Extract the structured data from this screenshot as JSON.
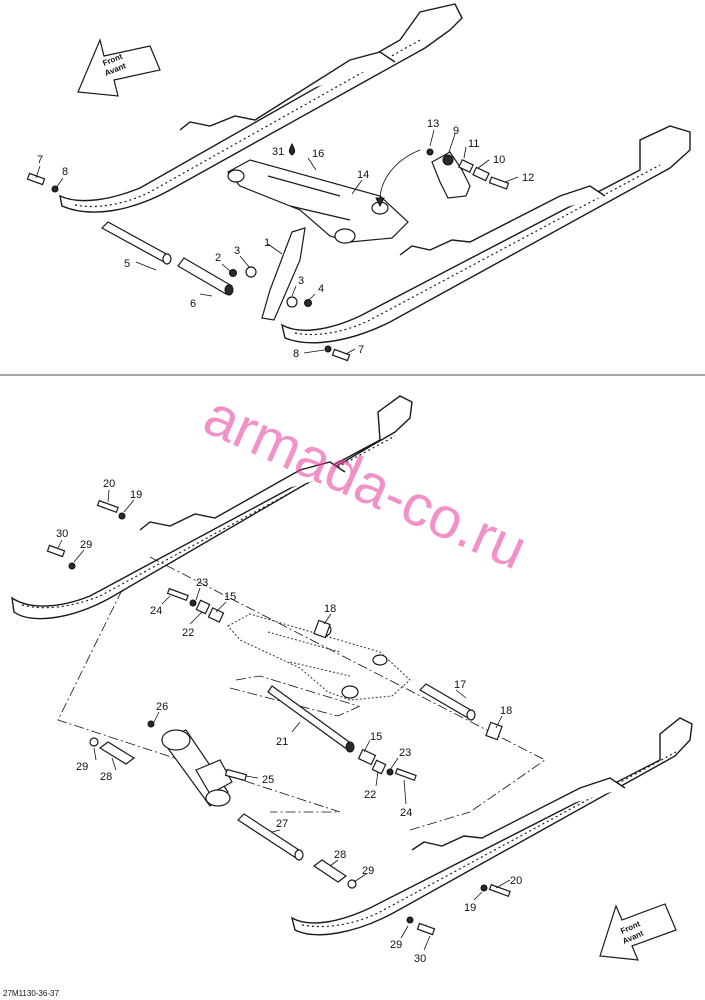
{
  "direction_label": {
    "line1": "Front",
    "line2": "Avant"
  },
  "watermark": "armada-co.ru",
  "drawing_code": "27M1130-36-37",
  "callouts_top": [
    "7",
    "8",
    "5",
    "6",
    "1",
    "2",
    "3",
    "3",
    "4",
    "8",
    "7",
    "31",
    "16",
    "14",
    "13",
    "9",
    "11",
    "10",
    "12"
  ],
  "callouts_bottom": [
    "20",
    "19",
    "30",
    "29",
    "24",
    "23",
    "22",
    "15",
    "18",
    "17",
    "21",
    "15",
    "23",
    "22",
    "24",
    "18",
    "26",
    "29",
    "28",
    "25",
    "27",
    "28",
    "29",
    "20",
    "19",
    "29",
    "30"
  ],
  "accent_color": "#e8399a"
}
